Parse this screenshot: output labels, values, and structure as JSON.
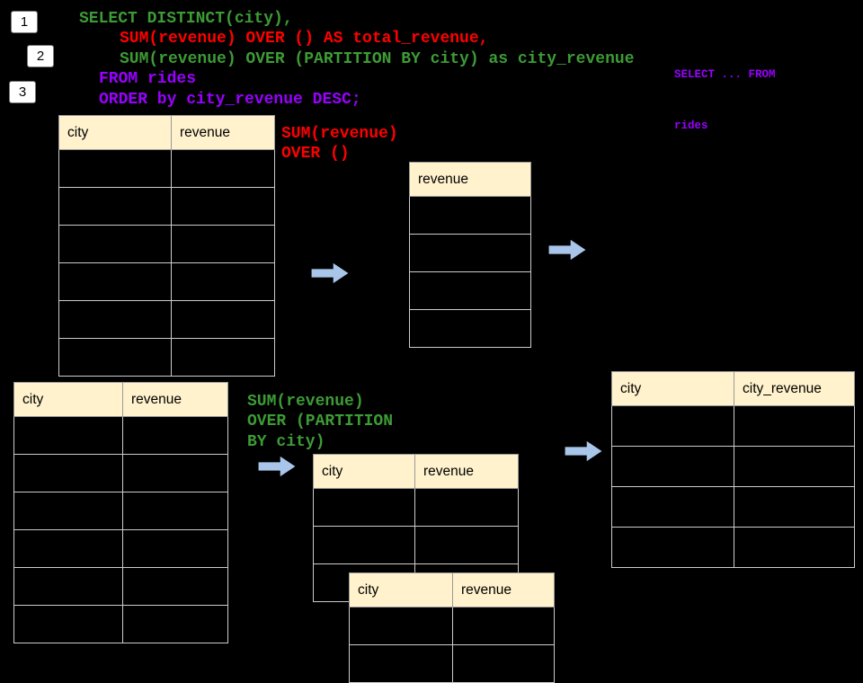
{
  "slide": {
    "step_badges": [
      "1",
      "2",
      "3"
    ]
  },
  "sql_code": {
    "lines": [
      {
        "text": "SELECT DISTINCT(city),",
        "color": "green",
        "indent": 0
      },
      {
        "text": "SUM(revenue) OVER () AS total_revenue,",
        "color": "red",
        "indent": 2
      },
      {
        "text": "SUM(revenue) OVER (PARTITION BY city) as city_revenue",
        "color": "green",
        "indent": 2
      },
      {
        "text": "FROM rides",
        "color": "purple",
        "indent": 1
      },
      {
        "text": "ORDER by city_revenue DESC;",
        "color": "purple",
        "indent": 1
      }
    ]
  },
  "corner_note": {
    "line1": "SELECT ... FROM",
    "line2": "rides"
  },
  "annotations": {
    "over_all": {
      "line1": "SUM(revenue)",
      "line2": "OVER ()"
    },
    "over_partition": {
      "line1": "SUM(revenue)",
      "line2": "OVER (PARTITION",
      "line3": "BY city)"
    }
  },
  "tables": {
    "source_top": {
      "headers": [
        "city",
        "revenue"
      ],
      "empty_rows": 6
    },
    "total_revenue_result": {
      "headers": [
        "revenue"
      ],
      "empty_rows": 4
    },
    "source_bottom": {
      "headers": [
        "city",
        "revenue"
      ],
      "empty_rows": 6
    },
    "partition_group_a": {
      "headers": [
        "city",
        "revenue"
      ],
      "empty_rows": 3
    },
    "partition_group_b": {
      "headers": [
        "city",
        "revenue"
      ],
      "empty_rows": 2
    },
    "city_revenue_result": {
      "headers": [
        "city",
        "city_revenue"
      ],
      "empty_rows": 4
    }
  },
  "colors": {
    "background": "#000000",
    "sql_green": "#3d9b35",
    "sql_red": "#ff0000",
    "sql_purple": "#9900ff",
    "table_header_bg": "#fff2cc",
    "arrow_blue": "#a9c6ea"
  }
}
